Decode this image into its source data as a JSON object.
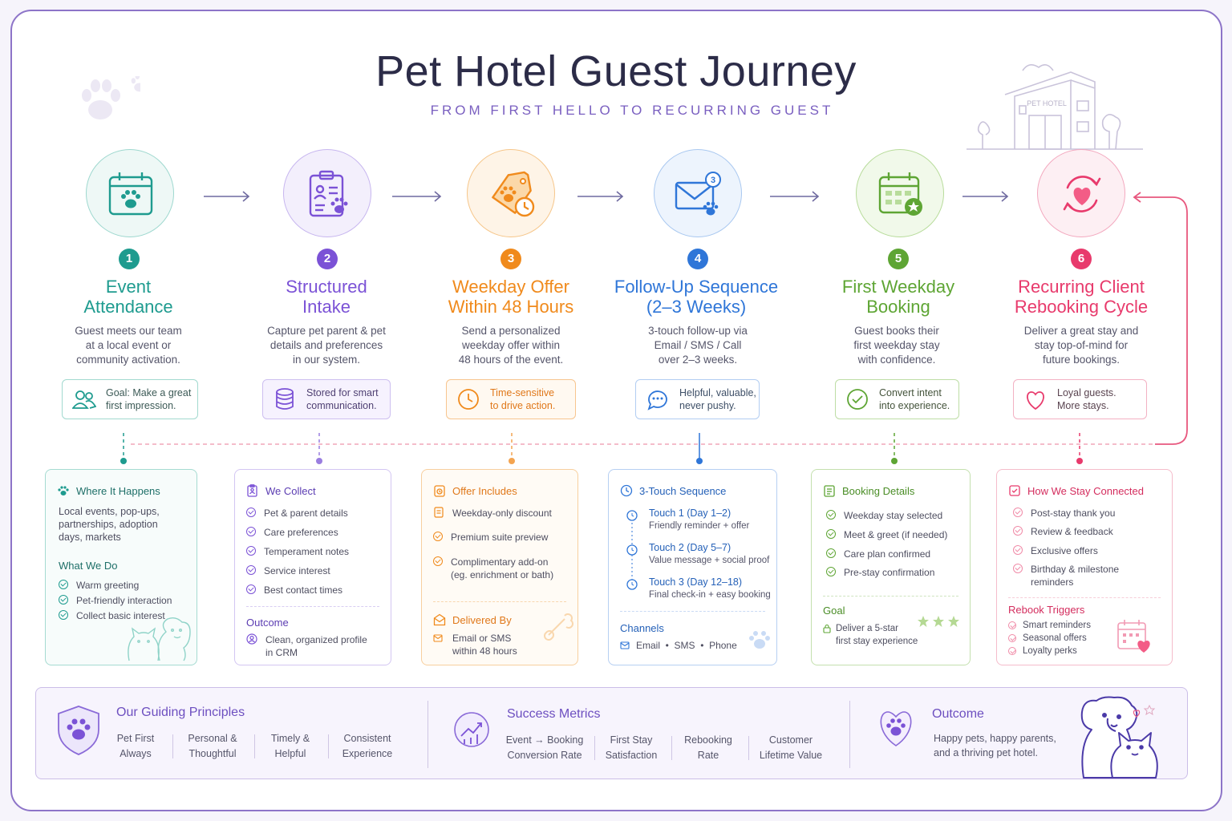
{
  "title": "Pet Hotel Guest Journey",
  "subtitle": "FROM FIRST HELLO TO RECURRING GUEST",
  "hotel_sign": "PET HOTEL",
  "colors": {
    "teal": "#1e9b8f",
    "purple": "#7b52d6",
    "orange": "#f08a1c",
    "blue": "#2f76d8",
    "green": "#5ea534",
    "pink": "#e83a6c",
    "border": "#8d74c8"
  },
  "steps": [
    {
      "num": "1",
      "title_l1": "Event",
      "title_l2": "Attendance",
      "desc": [
        "Guest meets our team",
        "at a local event or",
        "community activation."
      ],
      "pill": [
        "Goal: Make a great",
        "first impression."
      ],
      "icon": "calendar-paw-icon",
      "pill_icon": "people-icon"
    },
    {
      "num": "2",
      "title_l1": "Structured",
      "title_l2": "Intake",
      "desc": [
        "Capture pet parent & pet",
        "details and preferences",
        "in our system."
      ],
      "pill": [
        "Stored for smart",
        "communication."
      ],
      "icon": "clipboard-icon",
      "pill_icon": "database-icon"
    },
    {
      "num": "3",
      "title_l1": "Weekday Offer",
      "title_l2": "Within 48 Hours",
      "desc": [
        "Send a personalized",
        "weekday offer within",
        "48 hours of the event."
      ],
      "pill": [
        "Time-sensitive",
        "to drive action."
      ],
      "icon": "tag-clock-icon",
      "pill_icon": "clock-icon"
    },
    {
      "num": "4",
      "title_l1": "Follow-Up Sequence",
      "title_l2": "(2–3 Weeks)",
      "desc": [
        "3-touch follow-up via",
        "Email / SMS / Call",
        "over 2–3 weeks."
      ],
      "pill": [
        "Helpful, valuable,",
        "never pushy."
      ],
      "icon": "envelope-icon",
      "badge": "3",
      "pill_icon": "chat-icon"
    },
    {
      "num": "5",
      "title_l1": "First Weekday",
      "title_l2": "Booking",
      "desc": [
        "Guest books their",
        "first weekday stay",
        "with confidence."
      ],
      "pill": [
        "Convert intent",
        "into experience."
      ],
      "icon": "calendar-star-icon",
      "pill_icon": "check-circle-icon"
    },
    {
      "num": "6",
      "title_l1": "Recurring Client",
      "title_l2": "Rebooking Cycle",
      "desc": [
        "Deliver a great stay and",
        "stay top-of-mind for",
        "future bookings."
      ],
      "pill": [
        "Loyal guests.",
        "More stays."
      ],
      "icon": "heart-cycle-icon",
      "pill_icon": "heart-icon"
    }
  ],
  "cards": {
    "c1": {
      "head": "Where It Happens",
      "text": [
        "Local events, pop-ups,",
        "partnerships, adoption",
        "days, markets"
      ],
      "sub": "What We Do",
      "items": [
        "Warm greeting",
        "Pet-friendly interaction",
        "Collect basic interest"
      ]
    },
    "c2": {
      "head": "We Collect",
      "items": [
        "Pet & parent details",
        "Care preferences",
        "Temperament notes",
        "Service interest",
        "Best contact times"
      ],
      "sub": "Outcome",
      "outcome": [
        "Clean, organized profile",
        "in CRM"
      ]
    },
    "c3": {
      "head": "Offer Includes",
      "items": [
        "Weekday-only discount",
        "Premium suite preview",
        "Complimentary add-on",
        "(eg. enrichment or bath)"
      ],
      "sub": "Delivered By",
      "delivered": [
        "Email or SMS",
        "within 48 hours"
      ]
    },
    "c4": {
      "head": "3-Touch Sequence",
      "touches": [
        {
          "t": "Touch 1 (Day 1–2)",
          "d": "Friendly reminder + offer"
        },
        {
          "t": "Touch 2 (Day 5–7)",
          "d": "Value message + social proof"
        },
        {
          "t": "Touch 3 (Day 12–18)",
          "d": "Final check-in + easy booking"
        }
      ],
      "sub": "Channels",
      "channels": "Email  •  SMS  •  Phone"
    },
    "c5": {
      "head": "Booking Details",
      "items": [
        "Weekday stay selected",
        "Meet & greet (if needed)",
        "Care plan confirmed",
        "Pre-stay confirmation"
      ],
      "sub": "Goal",
      "goal": [
        "Deliver a 5-star",
        "first stay experience"
      ]
    },
    "c6": {
      "head": "How We Stay Connected",
      "items": [
        "Post-stay thank you",
        "Review & feedback",
        "Exclusive offers",
        "Birthday & milestone",
        "reminders"
      ],
      "sub": "Rebook Triggers",
      "triggers": [
        "Smart reminders",
        "Seasonal offers",
        "Loyalty perks"
      ]
    }
  },
  "bottom": {
    "principles": {
      "title": "Our Guiding Principles",
      "items": [
        [
          "Pet First",
          "Always"
        ],
        [
          "Personal &",
          "Thoughtful"
        ],
        [
          "Timely &",
          "Helpful"
        ],
        [
          "Consistent",
          "Experience"
        ]
      ]
    },
    "metrics": {
      "title": "Success Metrics",
      "items": [
        [
          "Event → Booking",
          "Conversion Rate"
        ],
        [
          "First Stay",
          "Satisfaction"
        ],
        [
          "Rebooking",
          "Rate"
        ],
        [
          "Customer",
          "Lifetime Value"
        ]
      ]
    },
    "outcome": {
      "title": "Outcome",
      "text": [
        "Happy pets, happy parents,",
        "and a thriving pet hotel."
      ]
    }
  }
}
